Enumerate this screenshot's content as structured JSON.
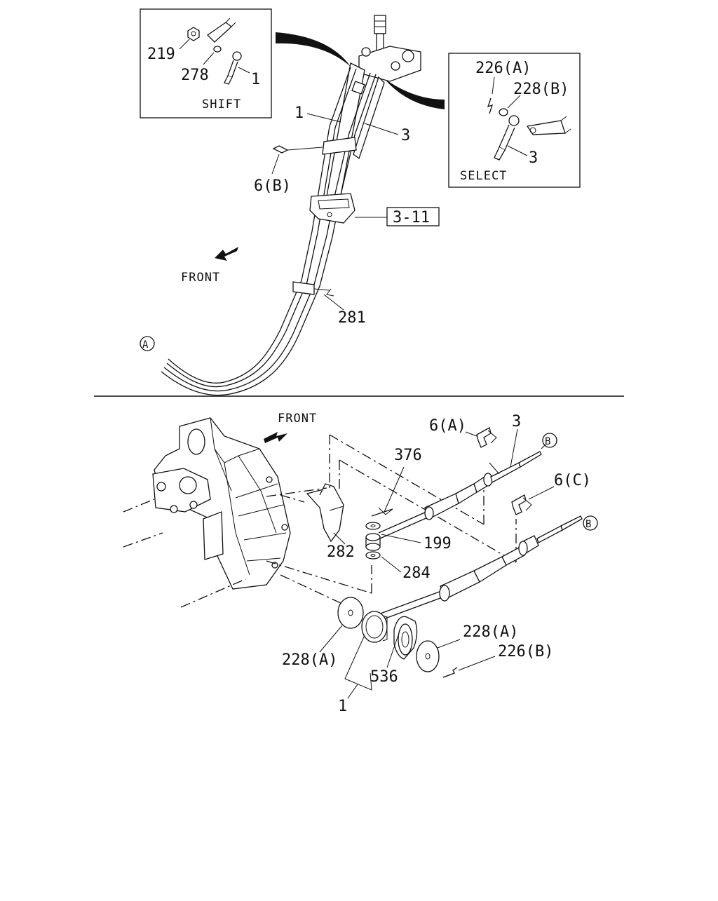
{
  "top": {
    "inset_shift": {
      "caption": "SHIFT",
      "labels": [
        "219",
        "278",
        "1"
      ]
    },
    "inset_select": {
      "caption": "SELECT",
      "labels": [
        "226(A)",
        "228(B)",
        "3"
      ]
    },
    "labels": {
      "l1": "1",
      "l3": "3",
      "l6b": "6(B)",
      "l311": "3-11",
      "front": "FRONT",
      "l281": "281",
      "circleA": "A"
    }
  },
  "bottom": {
    "labels": {
      "front": "FRONT",
      "l6a": "6(A)",
      "l3": "3",
      "circleB1": "B",
      "l376": "376",
      "l6c": "6(C)",
      "circleB2": "B",
      "l199": "199",
      "l282": "282",
      "l284": "284",
      "l228a_left": "228(A)",
      "l228a_right": "228(A)",
      "l226b": "226(B)",
      "l536": "536",
      "l1": "1"
    }
  }
}
